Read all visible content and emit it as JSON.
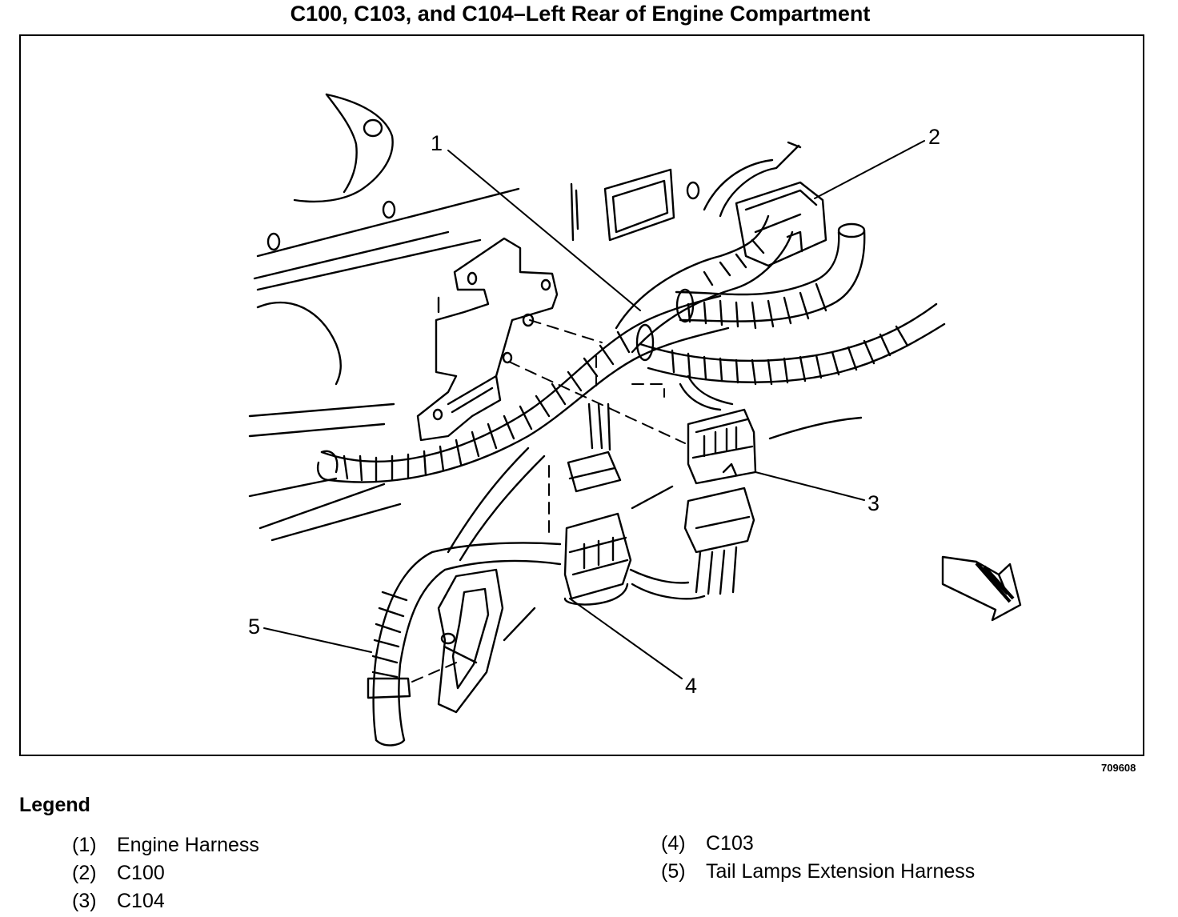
{
  "title": "C100, C103, and C104–Left Rear of Engine Compartment",
  "callouts": [
    "1",
    "2",
    "3",
    "4",
    "5"
  ],
  "figure_id": "709608",
  "legend": {
    "heading": "Legend",
    "items": [
      {
        "num": "(1)",
        "label": "Engine Harness"
      },
      {
        "num": "(2)",
        "label": "C100"
      },
      {
        "num": "(3)",
        "label": "C104"
      },
      {
        "num": "(4)",
        "label": "C103"
      },
      {
        "num": "(5)",
        "label": "Tail Lamps Extension Harness"
      }
    ]
  }
}
